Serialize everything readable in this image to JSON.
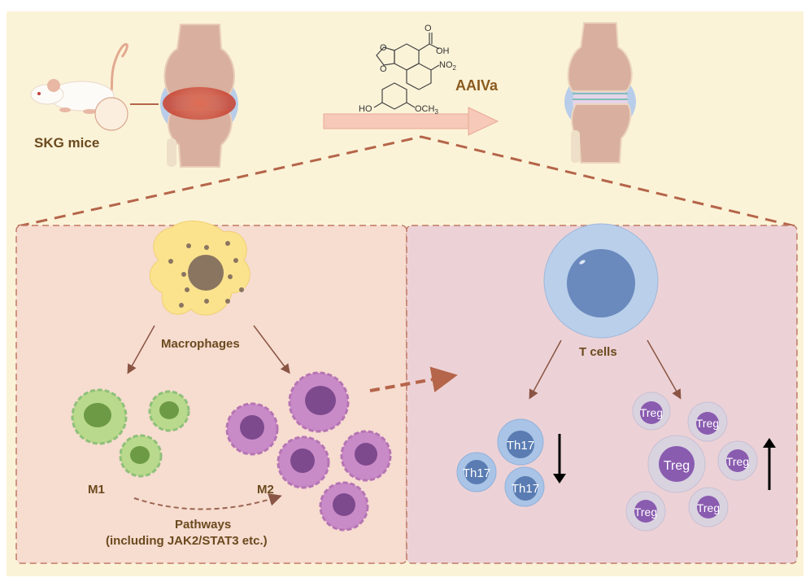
{
  "figure": {
    "top": {
      "model_label": "SKG mice",
      "compound_label": "AAIVa",
      "compound_groups": {
        "carboxyl": "OH",
        "nitro": "NO",
        "nitro_sub": "2",
        "hydroxyl": "HO",
        "methoxy": "OCH",
        "methoxy_sub": "3"
      }
    },
    "left_panel": {
      "macrophage_label": "Macrophages",
      "m1_label": "M1",
      "m2_label": "M2",
      "pathway_label": "Pathways",
      "pathway_detail": "(including JAK2/STAT3 etc.)"
    },
    "right_panel": {
      "tcell_label": "T cells",
      "th17_label": "Th17",
      "treg_label": "Treg",
      "th17_trend": "down",
      "treg_trend": "up"
    },
    "colors": {
      "background": "#fbf3d8",
      "left_panel": "#f7dcd0",
      "right_panel": "#ecd2d6",
      "dash": "#b5654a",
      "text": "#6b4a1e",
      "m1_cell": "#b9d98c",
      "m2_cell": "#c98bc8",
      "th17_cell": "#a9c4e6",
      "treg_cell": "#d9d3e0",
      "treg_nucleus": "#8a5cb0"
    }
  }
}
